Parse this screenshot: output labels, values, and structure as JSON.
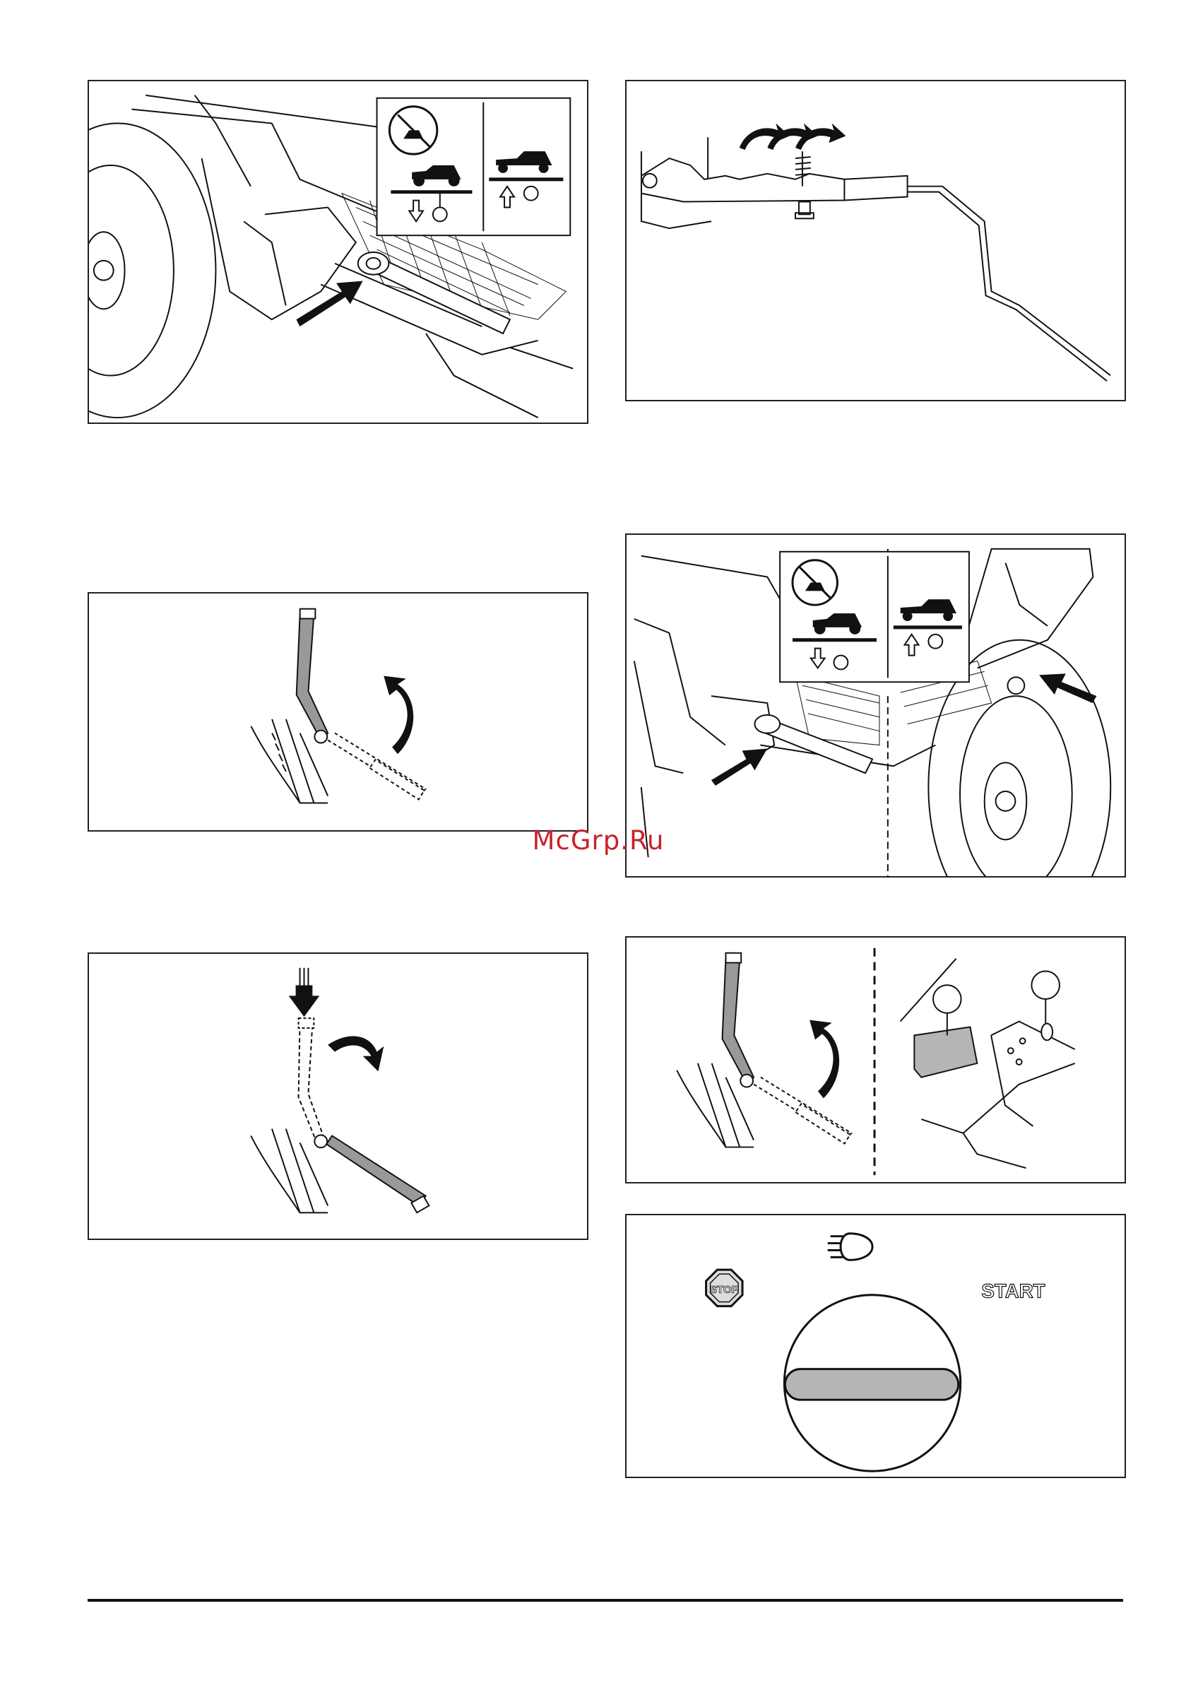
{
  "watermark": {
    "text": "McGrp.Ru"
  },
  "figures": {
    "ignition": {
      "stop_label": "STOP",
      "start_label": "START",
      "headlight_icon": "headlight-icon"
    },
    "brake_pedal": {
      "callout_1": "",
      "callout_2": ""
    }
  },
  "colors": {
    "watermark": "#c8222a",
    "line": "#111111",
    "gray_fill": "#b5b5b5"
  }
}
